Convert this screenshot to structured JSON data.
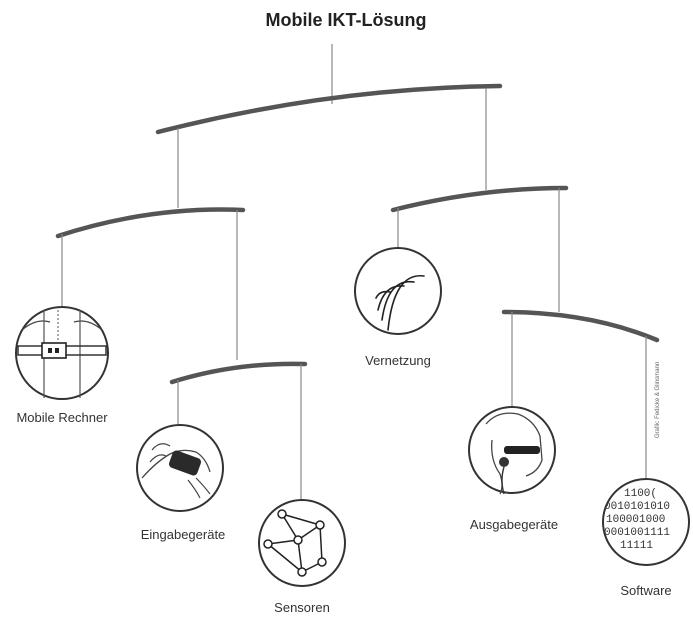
{
  "title": "Mobile IKT-Lösung",
  "credit": "Grafik: Fedicke & Glinsmann",
  "nodes": {
    "mobile_rechner": "Mobile Rechner",
    "eingabegeraete": "Eingabegeräte",
    "sensoren": "Sensoren",
    "vernetzung": "Vernetzung",
    "ausgabegeraete": "Ausgabegeräte",
    "software": "Software"
  },
  "software_binary": [
    "1100(",
    "0010101010",
    "100001000",
    "0001001111",
    "11111"
  ],
  "colors": {
    "bar": "#555555",
    "string": "#888888",
    "circle_stroke": "#333333",
    "text": "#333333"
  }
}
